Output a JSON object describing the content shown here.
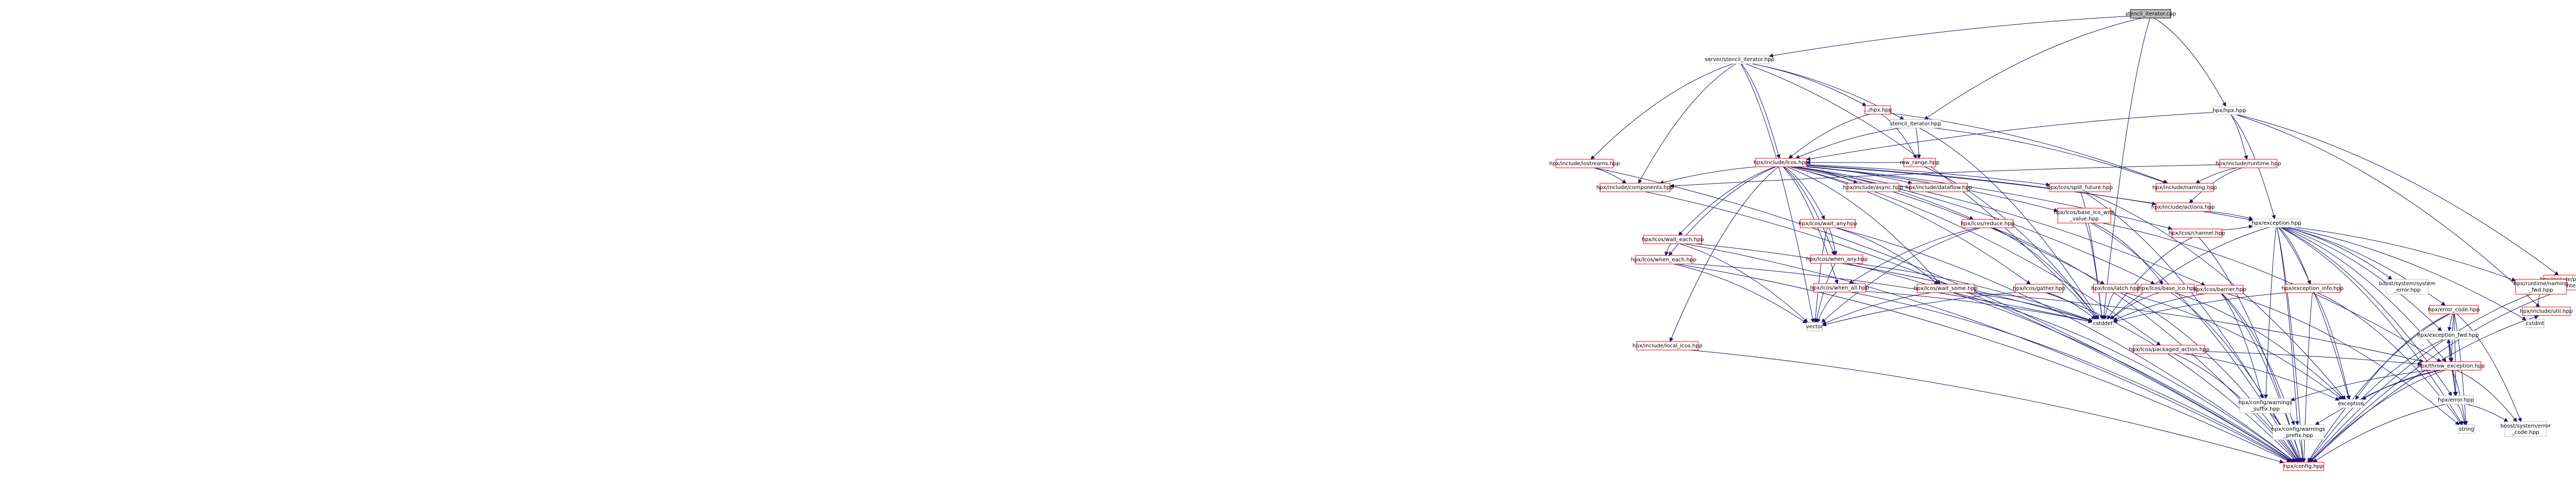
{
  "colors": {
    "root_fill": "#bfbfbf",
    "root_stroke": "#000000",
    "linked_stroke": "#ff0000",
    "plain_stroke": "#bfbfbf",
    "edge": "#191970",
    "node_fill": "#ffffff"
  },
  "nodes": {
    "n_root": [
      "stencil_iterator.cpp"
    ],
    "n_server_si": [
      "server/stencil_iterator.hpp"
    ],
    "n_si": [
      "stencil_iterator.hpp"
    ],
    "n_hpx": [
      "hpx/hpx.hpp"
    ],
    "n_iostreams": [
      "hpx/include/iostreams.hpp"
    ],
    "n_hpxinc": [
      ".../hpx.hpp"
    ],
    "n_row_range": [
      "row_range.hpp"
    ],
    "n_runtime": [
      "hpx/include/runtime.hpp"
    ],
    "n_naming": [
      "hpx/include/naming.hpp"
    ],
    "n_perfcount": [
      "hpx/include/performance",
      "_counters.hpp"
    ],
    "n_lcos": [
      "hpx/include/lcos.hpp"
    ],
    "n_components": [
      "hpx/include/components.hpp"
    ],
    "n_async": [
      "hpx/include/async.hpp"
    ],
    "n_dataflow": [
      "hpx/include/dataflow.hpp"
    ],
    "n_actions": [
      "hpx/include/actions.hpp"
    ],
    "n_split_future": [
      "hpx/lcos/split_future.hpp"
    ],
    "n_base_lco_wv": [
      "hpx/lcos/base_lco_with",
      "_value.hpp"
    ],
    "n_channel": [
      "hpx/lcos/channel.hpp"
    ],
    "n_exception": [
      "hpx/exception.hpp"
    ],
    "n_util": [
      "hpx/include/util.hpp"
    ],
    "n_wait_each": [
      "hpx/lcos/wait_each.hpp"
    ],
    "n_wait_any": [
      "hpx/lcos/wait_any.hpp"
    ],
    "n_reduce": [
      "hpx/lcos/reduce.hpp"
    ],
    "n_when_each": [
      "hpx/lcos/when_each.hpp"
    ],
    "n_when_any": [
      "hpx/lcos/when_any.hpp"
    ],
    "n_when_all": [
      "hpx/lcos/when_all.hpp"
    ],
    "n_wait_some": [
      "hpx/lcos/wait_some.hpp"
    ],
    "n_gather": [
      "hpx/lcos/gather.hpp"
    ],
    "n_latch": [
      "hpx/lcos/latch.hpp"
    ],
    "n_base_lco": [
      "hpx/lcos/base_lco.hpp"
    ],
    "n_barrier": [
      "hpx/lcos/barrier.hpp"
    ],
    "n_local_lcos": [
      "hpx/include/local_lcos.hpp"
    ],
    "n_vector": [
      "vector"
    ],
    "n_cstddef": [
      "cstddef"
    ],
    "n_exc_info": [
      "hpx/exception_info.hpp"
    ],
    "n_boost_syserr": [
      "boost/system/system",
      "_error.hpp"
    ],
    "n_naming_fwd": [
      "hpx/runtime/naming",
      "_fwd.hpp"
    ],
    "n_cstdint": [
      "cstdint"
    ],
    "n_error_code": [
      "hpx/error_code.hpp"
    ],
    "n_exc_fwd": [
      "hpx/exception_fwd.hpp"
    ],
    "n_packaged": [
      "hpx/lcos/packaged_action.hpp"
    ],
    "n_throw_exc": [
      "hpx/throw_exception.hpp"
    ],
    "n_warn_suffix": [
      "hpx/config/warnings",
      "_suffix.hpp"
    ],
    "n_warn_prefix": [
      "hpx/config/warnings",
      "_prefix.hpp"
    ],
    "n_exception_std": [
      "exception"
    ],
    "n_error": [
      "hpx/error.hpp"
    ],
    "n_string": [
      "string"
    ],
    "n_boost_errcode": [
      "boost/system/error",
      "_code.hpp"
    ],
    "n_config": [
      "hpx/config.hpp"
    ]
  }
}
